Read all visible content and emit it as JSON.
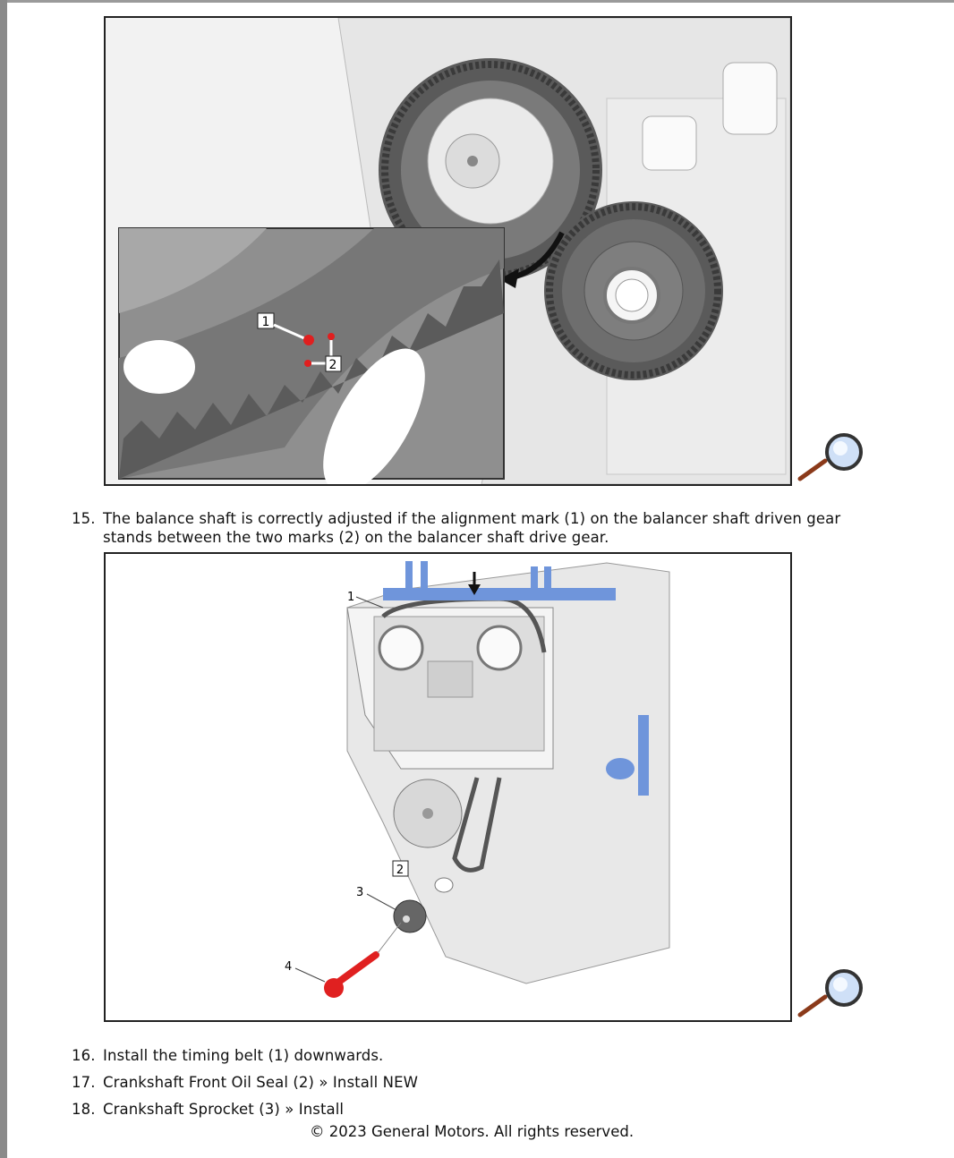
{
  "steps": [
    {
      "number": "15.",
      "line1": "The balance shaft is correctly adjusted if the alignment mark (1) on the balancer shaft driven gear",
      "line2": "stands between the two marks (2) on the balancer shaft drive gear."
    },
    {
      "number": "16.",
      "text": "Install the timing belt (1) downwards."
    },
    {
      "number": "17.",
      "text": "Crankshaft Front Oil Seal (2) » Install NEW"
    },
    {
      "number": "18.",
      "text": "Crankshaft Sprocket (3) » Install"
    }
  ],
  "figure1": {
    "description": "Balancer shaft gears with inset detail of alignment marks",
    "callouts": [
      "1",
      "2"
    ],
    "zoom_icon": "magnifier-icon"
  },
  "figure2": {
    "description": "Engine front view with timing belt, oil seal, sprocket and bolt",
    "callouts": [
      "1",
      "2",
      "3",
      "4"
    ],
    "zoom_icon": "magnifier-icon"
  },
  "footer": {
    "copyright": "© 2023 General Motors.  All rights reserved."
  },
  "colors": {
    "mark_red": "#e01f1f",
    "tool_blue": "#6f95db",
    "bolt_red": "#e02020"
  }
}
